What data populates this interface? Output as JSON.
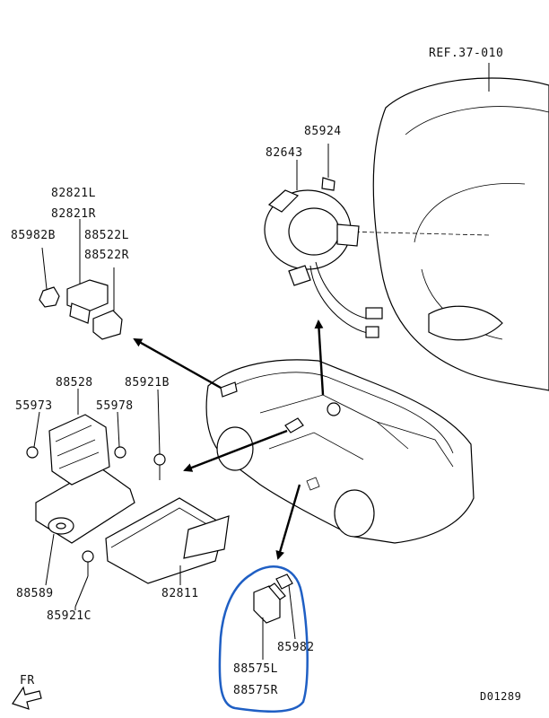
{
  "diagram": {
    "ref_label": "REF.37-010",
    "code_label": "D01289",
    "front_label": "FR",
    "highlight_color": "#1f5fc4",
    "parts": {
      "p85924": "85924",
      "p82643": "82643",
      "p82821L": "82821L",
      "p82821R": "82821R",
      "p85982B": "85982B",
      "p88522L": "88522L",
      "p88522R": "88522R",
      "p88528": "88528",
      "p85921B": "85921B",
      "p55973": "55973",
      "p55978": "55978",
      "p88589": "88589",
      "p82811": "82811",
      "p85921C": "85921C",
      "p85982": "85982",
      "p88575L": "88575L",
      "p88575R": "88575R"
    }
  }
}
